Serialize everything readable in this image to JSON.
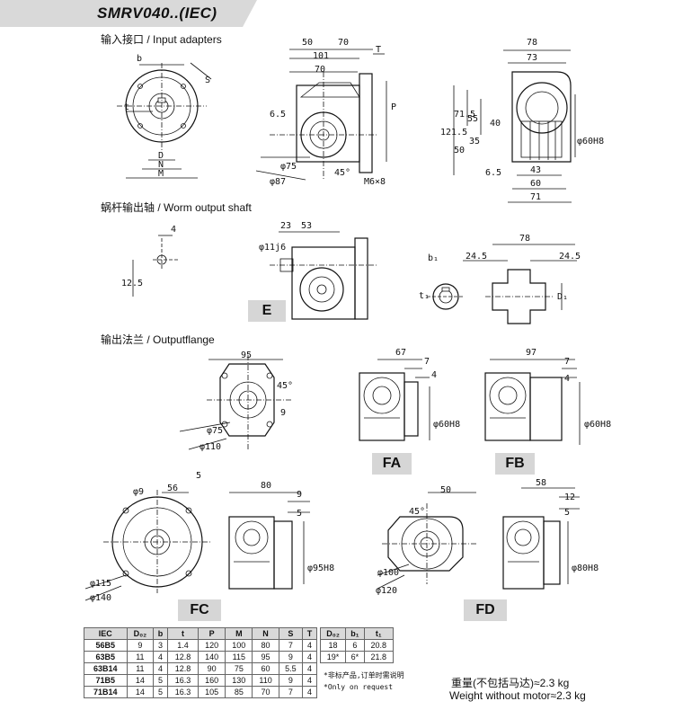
{
  "title": "SMRV040..(IEC)",
  "sections": {
    "input": "输入接口 / Input adapters",
    "worm": "蜗杆输出轴 / Worm output shaft",
    "flange": "输出法兰 / Outputflange"
  },
  "input_dims": {
    "b": "b",
    "S": "S",
    "t": "t",
    "D": "D",
    "N": "N",
    "M": "M",
    "d50": "50",
    "d70a": "70",
    "d101": "101",
    "d70b": "70",
    "T": "T",
    "P": "P",
    "d65": "6.5",
    "phi75": "φ75",
    "phi87": "φ87",
    "m6x8": "M6×8",
    "ang45": "45°",
    "d78": "78",
    "d73": "73",
    "d1215": "121.5",
    "d715": "71.5",
    "d55": "55",
    "d50v": "50",
    "d35": "35",
    "d40": "40",
    "d65b": "6.5",
    "phi60h8": "φ60H8",
    "d43": "43",
    "d60": "60",
    "d71": "71"
  },
  "worm_dims": {
    "d4": "4",
    "d125": "12.5",
    "phi11j6": "φ11j6",
    "d23": "23",
    "d53": "53",
    "E": "E",
    "b1": "b₁",
    "t1": "t₁",
    "D1": "D₁",
    "d245a": "24.5",
    "d78": "78",
    "d245b": "24.5"
  },
  "flange_dims": {
    "d95": "95",
    "phi75": "φ75",
    "phi110": "φ110",
    "d9": "9",
    "ang45": "45°",
    "FA": "FA",
    "FA_67": "67",
    "FA_7": "7",
    "FA_4": "4",
    "FA_phi": "φ60H8",
    "FB": "FB",
    "FB_97": "97",
    "FB_7": "7",
    "FB_4": "4",
    "FB_phi": "φ60H8",
    "FC": "FC",
    "FC_phi9": "φ9",
    "FC_56": "56",
    "FC_5": "5",
    "FC_phi115": "φ115",
    "FC_phi140": "φ140",
    "FC_80": "80",
    "FC_9": "9",
    "FC_5b": "5",
    "FC_phi95": "φ95H8",
    "FD": "FD",
    "FD_50": "50",
    "FD_45": "45°",
    "FD_phi100": "φ100",
    "FD_phi120": "φ120",
    "FD_58": "58",
    "FD_12": "12",
    "FD_5": "5",
    "FD_phi80": "φ80H8"
  },
  "table": {
    "headers": [
      "IEC",
      "D₀₂",
      "b",
      "t",
      "P",
      "M",
      "N",
      "S",
      "T"
    ],
    "headers2": [
      "D₀₂",
      "b₁",
      "t₁"
    ],
    "rows": [
      [
        "56B5",
        "9",
        "3",
        "1.4",
        "120",
        "100",
        "80",
        "7",
        "4"
      ],
      [
        "63B5",
        "11",
        "4",
        "12.8",
        "140",
        "115",
        "95",
        "9",
        "4"
      ],
      [
        "63B14",
        "11",
        "4",
        "12.8",
        "90",
        "75",
        "60",
        "5.5",
        "4"
      ],
      [
        "71B5",
        "14",
        "5",
        "16.3",
        "160",
        "130",
        "110",
        "9",
        "4"
      ],
      [
        "71B14",
        "14",
        "5",
        "16.3",
        "105",
        "85",
        "70",
        "7",
        "4"
      ]
    ],
    "rows2": [
      [
        "18",
        "6",
        "20.8"
      ],
      [
        "19*",
        "6*",
        "21.8"
      ]
    ],
    "note_cn": "*非标产品,订单时需说明",
    "note_en": "*Only on request"
  },
  "weight": {
    "cn": "重量(不包括马达)≈2.3 kg",
    "en": "Weight without motor≈2.3 kg"
  }
}
